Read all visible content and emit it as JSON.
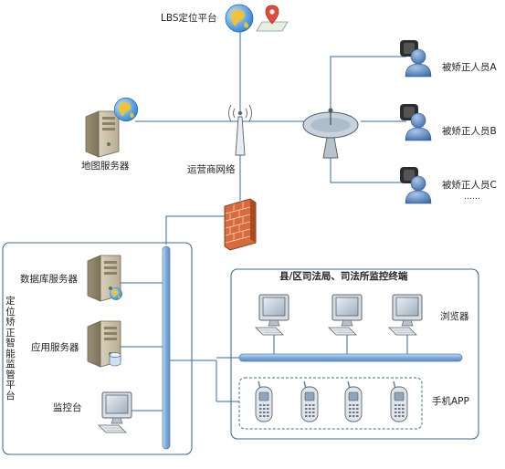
{
  "labels": {
    "lbs_platform": "LBS定位平台",
    "map_server": "地图服务器",
    "carrier_network": "运营商网络",
    "person_a": "被矫正人员A",
    "person_b": "被矫正人员B",
    "person_c": "被矫正人员C",
    "ellipsis": "……",
    "db_server": "数据库服务器",
    "app_server": "应用服务器",
    "monitor_console": "监控台",
    "platform_title": "定位矫正智能监管平台",
    "terminal_group_title": "县/区司法局、司法所监控终端",
    "browser": "浏览器",
    "mobile_app": "手机APP"
  },
  "colors": {
    "line": "#2f6bb3",
    "box_border": "#3f6e96",
    "bus": "#8fb7de",
    "firewall": "#d96a3c",
    "pin": "#e24b3c",
    "person": "#4a78b5"
  },
  "icons": [
    "globe-icon",
    "map-pin-icon",
    "server-icon",
    "antenna-icon",
    "satellite-dish-icon",
    "person-icon",
    "wristband-icon",
    "firewall-icon",
    "monitor-icon",
    "mobile-phone-icon"
  ]
}
